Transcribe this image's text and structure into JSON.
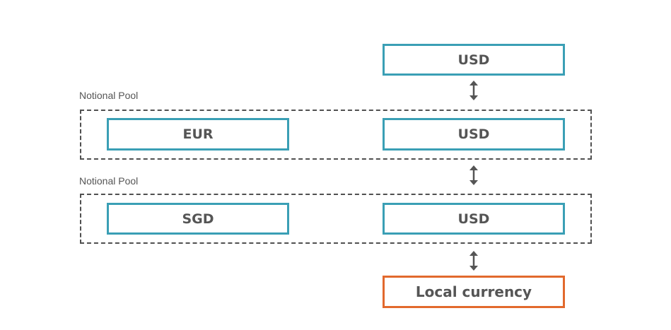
{
  "diagram": {
    "top_box": {
      "label": "USD"
    },
    "pools": [
      {
        "label": "Notional Pool",
        "left_box": "EUR",
        "right_box": "USD"
      },
      {
        "label": "Notional Pool",
        "left_box": "SGD",
        "right_box": "USD"
      }
    ],
    "bottom_box": {
      "label": "Local currency"
    },
    "colors": {
      "teal_border": "#3a9fb5",
      "orange_border": "#e2692d",
      "dashed_border": "#505050",
      "text": "#555555"
    },
    "connector_icon": "double-headed-vertical-arrow"
  }
}
